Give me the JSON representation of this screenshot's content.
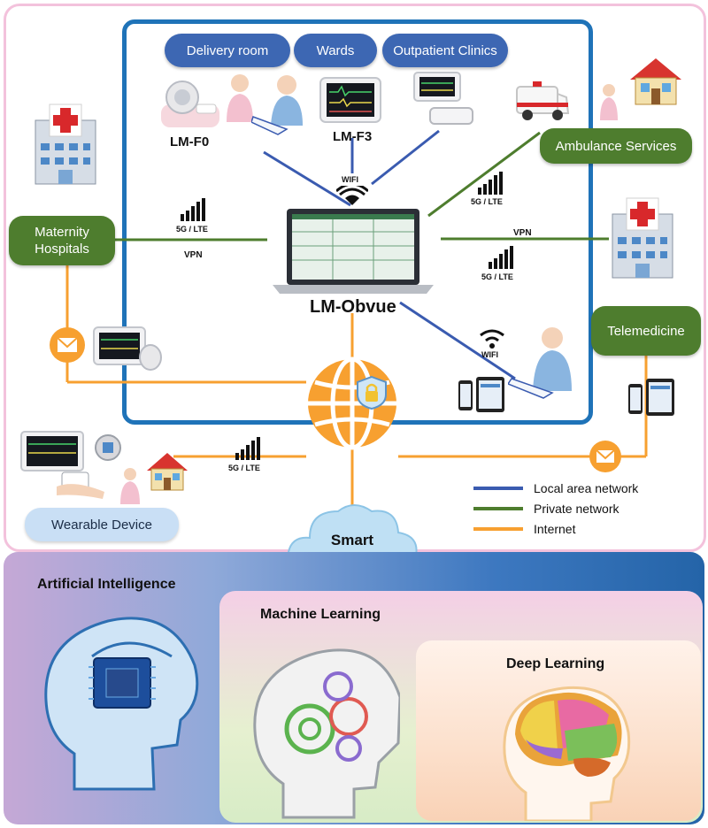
{
  "locations": {
    "delivery_room": "Delivery room",
    "wards": "Wards",
    "outpatient": "Outpatient Clinics"
  },
  "devices": {
    "lm_f0": "LM-F0",
    "lm_f3": "LM-F3",
    "central": "LM-Obvue"
  },
  "sites": {
    "ambulance": "Ambulance Services",
    "maternity": "Maternity Hospitals",
    "telemedicine": "Telemedicine",
    "wearable": "Wearable Device"
  },
  "links": {
    "wifi_top": "WIFI",
    "wifi_bottom": "WIFI",
    "lte_maternity": "5G / LTE",
    "vpn_maternity": "VPN",
    "lte_ambulance": "5G / LTE",
    "vpn_telemedicine": "VPN",
    "lte_telemedicine": "5G / LTE",
    "lte_wearable": "5G / LTE"
  },
  "cloud": "Smart Obstetrics",
  "legend": [
    {
      "label": "Local area network",
      "color": "#3a5bb0"
    },
    {
      "label": "Private network",
      "color": "#4e7d2e"
    },
    {
      "label": "Internet",
      "color": "#f7a030"
    }
  ],
  "ai_levels": {
    "ai": "Artificial Intelligence",
    "ml": "Machine Learning",
    "dl": "Deep Learning"
  },
  "colors": {
    "lan": "#3a5bb0",
    "private": "#4e7d2e",
    "internet": "#f7a030",
    "lan_frame": "#1f73b8"
  }
}
